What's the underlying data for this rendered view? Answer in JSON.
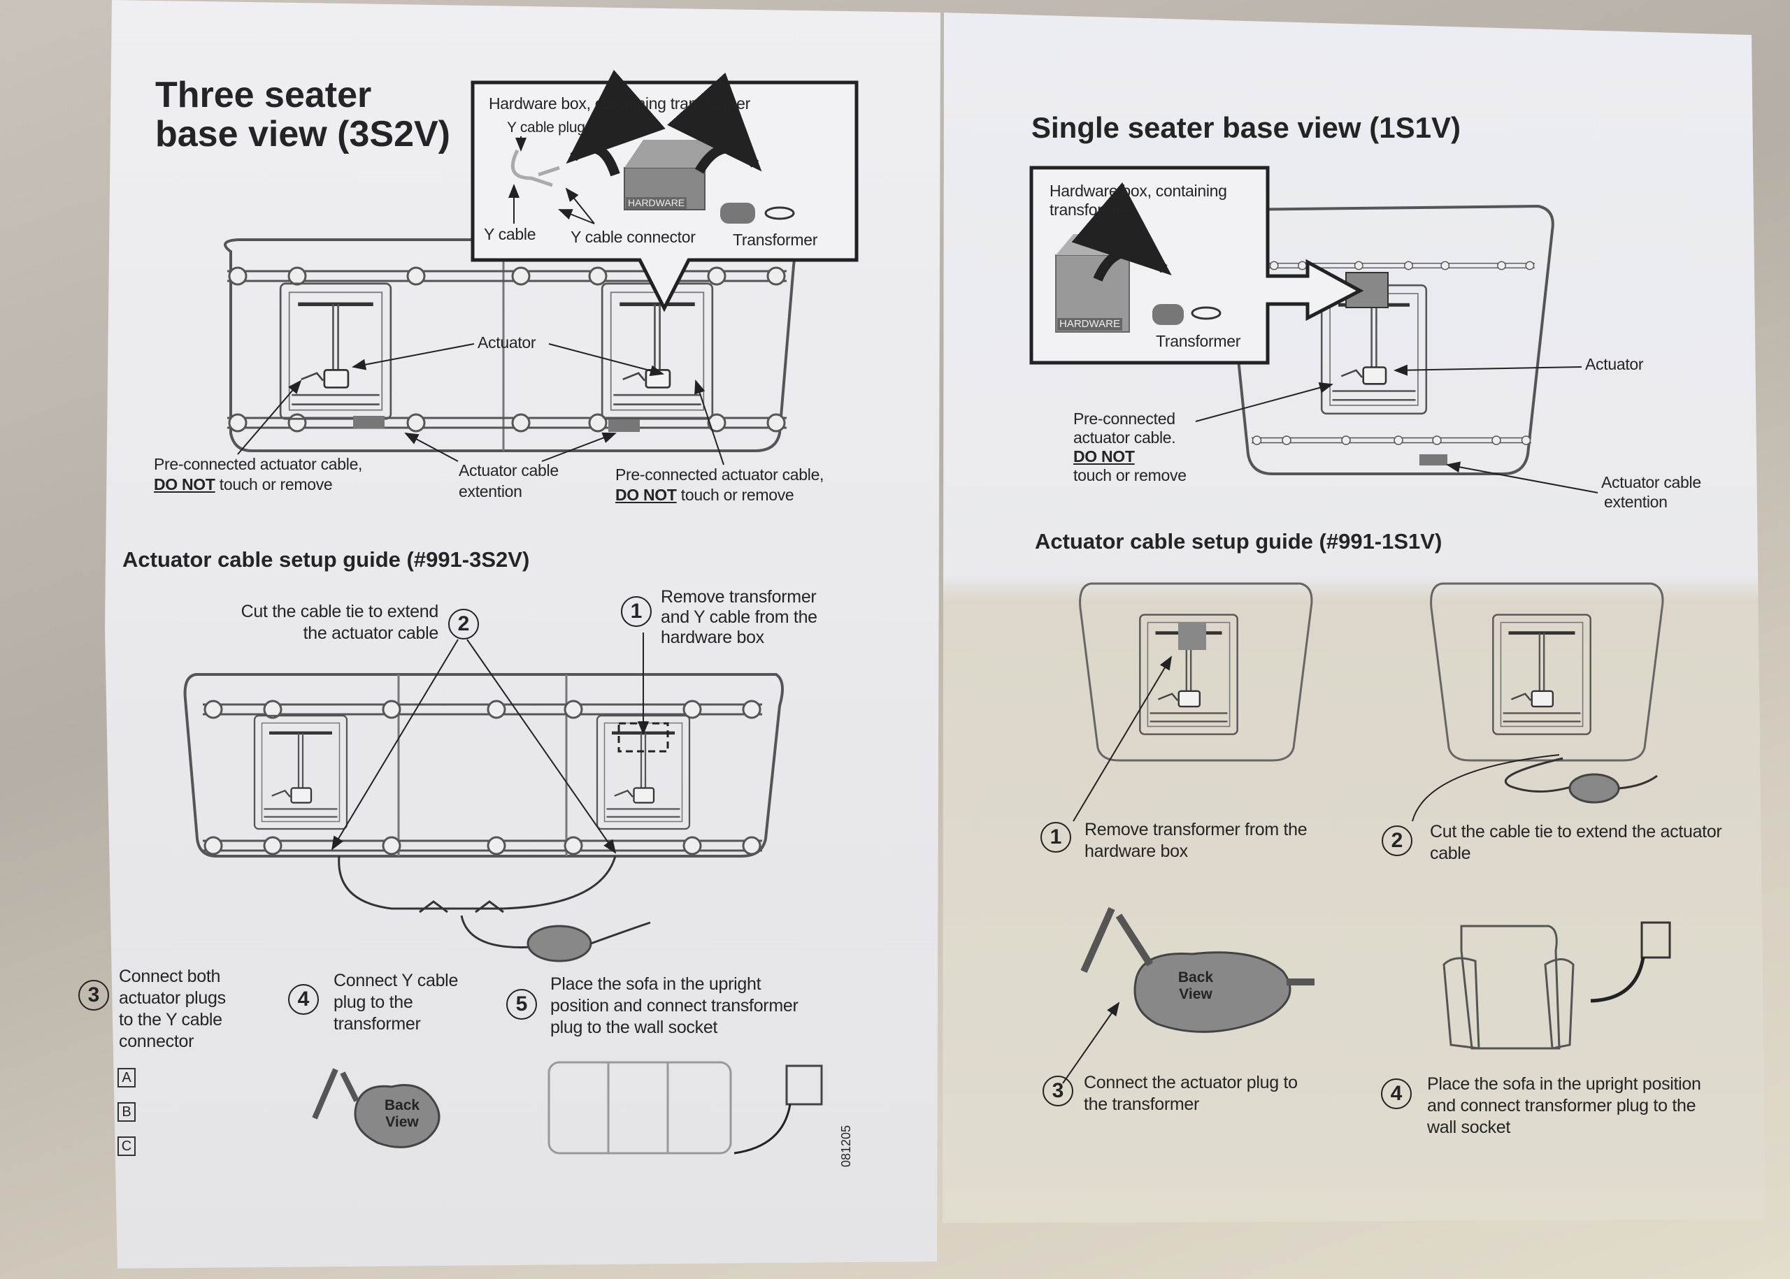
{
  "left_sheet": {
    "title_lines": [
      "Three seater",
      "base view (3S2V)"
    ],
    "hardware_box": {
      "title": "Hardware box, containing transformer",
      "y_cable_plug": "Y cable plug",
      "y_cable": "Y cable",
      "y_cable_connector": "Y cable connector",
      "transformer": "Transformer",
      "box_label": "HARDWARE"
    },
    "actuator": "Actuator",
    "preconnected_left": {
      "line1": "Pre-connected actuator cable,",
      "do_not": "DO NOT",
      "rest": "touch or remove"
    },
    "extension": [
      "Actuator cable",
      "extention"
    ],
    "preconnected_right": {
      "line1": "Pre-connected actuator cable,",
      "do_not": "DO NOT",
      "rest": "touch or remove"
    },
    "setup_guide": {
      "title": "Actuator cable setup guide (#991-3S2V)",
      "steps": [
        {
          "num": "1",
          "lines": [
            "Remove transformer",
            "and Y cable from the",
            "hardware box"
          ]
        },
        {
          "num": "2",
          "lines": [
            "Cut the cable tie to extend",
            "the actuator cable"
          ]
        },
        {
          "num": "3",
          "lines": [
            "Connect both",
            "actuator plugs",
            "to the Y cable",
            "connector"
          ]
        },
        {
          "num": "4",
          "lines": [
            "Connect Y cable",
            "plug to the",
            "transformer"
          ]
        },
        {
          "num": "5",
          "lines": [
            "Place the sofa in the upright",
            "position and connect transformer",
            "plug to the wall socket"
          ]
        }
      ],
      "parts": [
        "A",
        "B",
        "C"
      ],
      "back_view": [
        "Back",
        "View"
      ],
      "code": "081205"
    }
  },
  "right_sheet": {
    "title": "Single seater base view (1S1V)",
    "hardware_box": {
      "title_lines": [
        "Hardware box, containing",
        "transformer"
      ],
      "box_label": "HARDWARE",
      "transformer": "Transformer"
    },
    "actuator": "Actuator",
    "preconnected": [
      "Pre-connected",
      "actuator cable.",
      "DO NOT",
      "touch or remove"
    ],
    "extension": [
      "Actuator cable",
      "extention"
    ],
    "setup_guide": {
      "title": "Actuator cable setup guide (#991-1S1V)",
      "steps": [
        {
          "num": "1",
          "lines": [
            "Remove transformer from the",
            "hardware box"
          ]
        },
        {
          "num": "2",
          "lines": [
            "Cut the cable tie to extend the actuator",
            "cable"
          ]
        },
        {
          "num": "3",
          "lines": [
            "Connect the actuator plug to",
            "the transformer"
          ]
        },
        {
          "num": "4",
          "lines": [
            "Place the sofa in the upright position",
            "and connect transformer plug to the",
            "wall socket"
          ]
        }
      ],
      "back_view": [
        "Back",
        "View"
      ]
    }
  }
}
